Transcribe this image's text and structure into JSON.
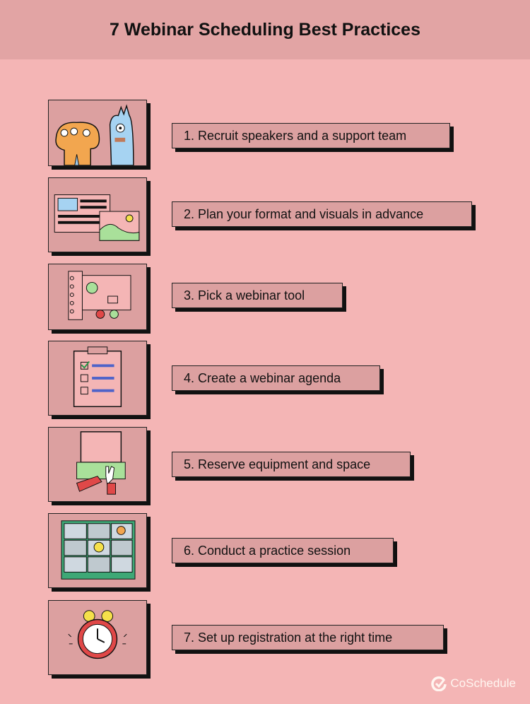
{
  "title": "7 Webinar Scheduling Best Practices",
  "steps": [
    {
      "label": "1.  Recruit speakers and a support team",
      "icon": "speakers-characters-icon"
    },
    {
      "label": "2.  Plan your format and visuals in advance",
      "icon": "slides-layout-icon"
    },
    {
      "label": "3.  Pick a webinar tool",
      "icon": "webinar-tool-window-icon"
    },
    {
      "label": "4.  Create a webinar agenda",
      "icon": "clipboard-checklist-icon"
    },
    {
      "label": "5.  Reserve equipment and space",
      "icon": "laptop-typing-icon"
    },
    {
      "label": "6.  Conduct a practice session",
      "icon": "video-call-grid-icon"
    },
    {
      "label": "7.  Set up registration at the right time",
      "icon": "alarm-clock-icon"
    }
  ],
  "brand": "CoSchedule",
  "colors": {
    "background": "#f4b5b5",
    "header": "#e2a4a4",
    "card": "#dca0a0",
    "shadow": "#111111"
  }
}
